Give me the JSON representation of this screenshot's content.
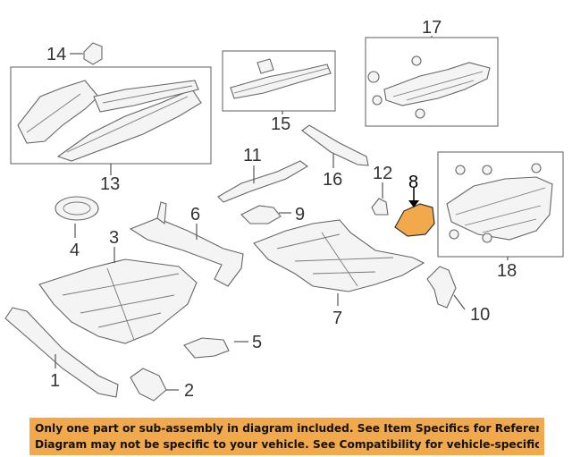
{
  "callouts": [
    {
      "id": "1",
      "label": "1"
    },
    {
      "id": "2",
      "label": "2"
    },
    {
      "id": "3",
      "label": "3"
    },
    {
      "id": "4",
      "label": "4"
    },
    {
      "id": "5",
      "label": "5"
    },
    {
      "id": "6",
      "label": "6"
    },
    {
      "id": "7",
      "label": "7"
    },
    {
      "id": "8",
      "label": "8"
    },
    {
      "id": "9",
      "label": "9"
    },
    {
      "id": "10",
      "label": "10"
    },
    {
      "id": "11",
      "label": "11"
    },
    {
      "id": "12",
      "label": "12"
    },
    {
      "id": "13",
      "label": "13"
    },
    {
      "id": "14",
      "label": "14"
    },
    {
      "id": "15",
      "label": "15"
    },
    {
      "id": "16",
      "label": "16"
    },
    {
      "id": "17",
      "label": "17"
    },
    {
      "id": "18",
      "label": "18"
    }
  ],
  "highlight_color": "#f2a94c",
  "disclaimer": {
    "line1": "Only one part or sub-assembly in diagram included. See Item Specifics for Reference #.",
    "line2": "Diagram may not be specific to your vehicle. See Compatibility for vehicle-specific diagrams."
  }
}
